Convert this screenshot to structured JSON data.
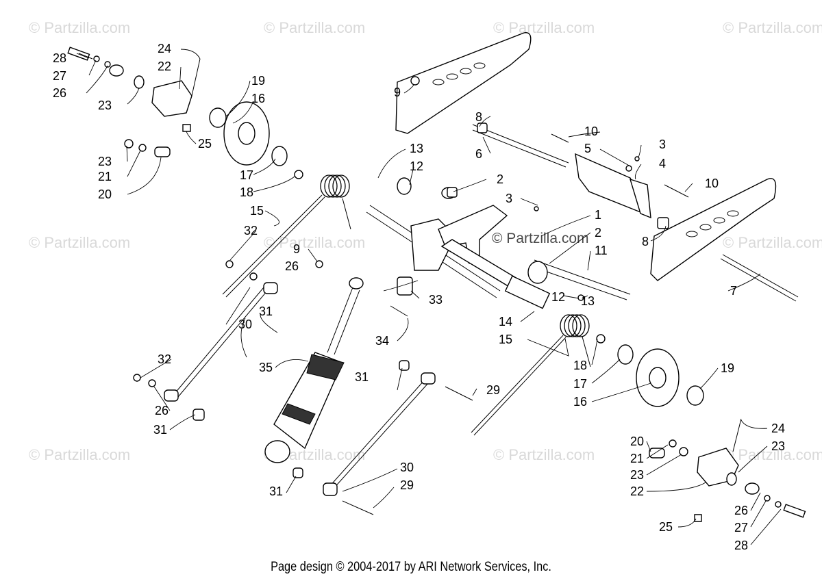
{
  "watermarks": [
    "© Partzilla.com"
  ],
  "center_watermark": "© Partzilla.com",
  "footer": "Page design © 2004-2017 by ARI Network Services, Inc.",
  "callouts": [
    "1",
    "2",
    "3",
    "4",
    "5",
    "6",
    "7",
    "8",
    "9",
    "10",
    "11",
    "12",
    "13",
    "14",
    "15",
    "16",
    "17",
    "18",
    "19",
    "20",
    "21",
    "22",
    "23",
    "24",
    "25",
    "26",
    "27",
    "28",
    "29",
    "30",
    "31",
    "32",
    "33",
    "34",
    "35"
  ]
}
